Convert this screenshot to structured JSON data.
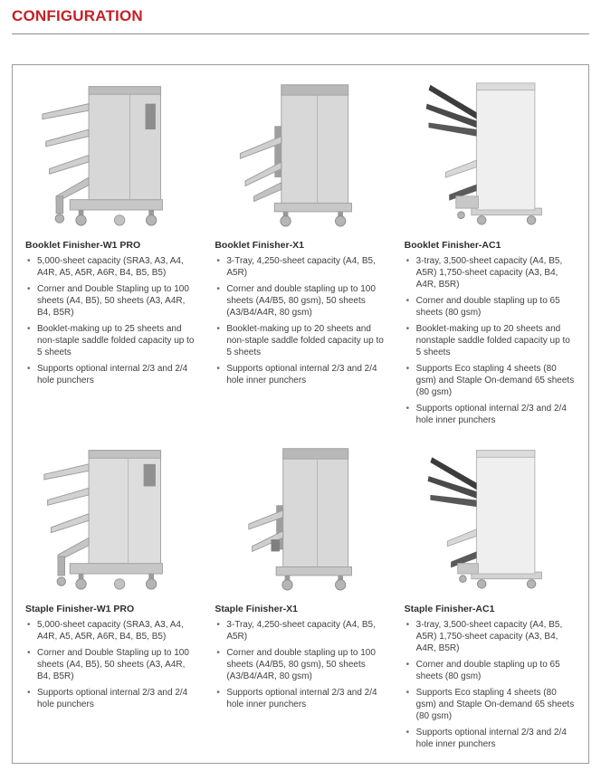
{
  "page": {
    "title": "CONFIGURATION"
  },
  "colors": {
    "accent_red": "#c42127"
  },
  "products": [
    {
      "name": "Booklet Finisher-W1 PRO",
      "bullets": [
        "5,000-sheet capacity (SRA3, A3, A4, A4R, A5, A5R, A6R, B4, B5, B5)",
        "Corner and Double Stapling up to 100 sheets (A4, B5), 50 sheets (A3, A4R, B4, B5R)",
        "Booklet-making up to 25 sheets and non-staple saddle folded capacity up to 5 sheets",
        "Supports optional internal 2/3 and 2/4 hole punchers"
      ]
    },
    {
      "name": "Booklet Finisher-X1",
      "bullets": [
        "3-Tray, 4,250-sheet capacity (A4, B5, A5R)",
        "Corner and double stapling up to 100 sheets (A4/B5, 80 gsm), 50 sheets (A3/B4/A4R, 80 gsm)",
        "Booklet-making up to 20 sheets and non-staple saddle folded capacity up to 5 sheets",
        "Supports optional internal 2/3 and 2/4 hole inner punchers"
      ]
    },
    {
      "name": "Booklet Finisher-AC1",
      "bullets": [
        "3-tray, 3,500-sheet capacity (A4, B5, A5R) 1,750-sheet capacity (A3, B4, A4R, B5R)",
        "Corner and double stapling up to 65 sheets (80 gsm)",
        "Booklet-making up to 20 sheets and nonstaple saddle folded capacity up to 5 sheets",
        "Supports Eco stapling 4 sheets (80 gsm) and Staple On-demand 65 sheets (80 gsm)",
        "Supports optional internal 2/3 and 2/4 hole inner punchers"
      ]
    },
    {
      "name": "Staple Finisher-W1 PRO",
      "bullets": [
        "5,000-sheet capacity (SRA3, A3, A4, A4R, A5, A5R, A6R, B4, B5, B5)",
        "Corner and Double Stapling up to 100 sheets (A4, B5), 50 sheets (A3, A4R, B4, B5R)",
        "Supports optional internal 2/3 and 2/4 hole punchers"
      ]
    },
    {
      "name": "Staple Finisher-X1",
      "bullets": [
        "3-Tray, 4,250-sheet capacity (A4, B5, A5R)",
        "Corner and double stapling up to 100 sheets (A4/B5, 80 gsm), 50 sheets (A3/B4/A4R, 80 gsm)",
        "Supports optional internal 2/3 and 2/4 hole inner punchers"
      ]
    },
    {
      "name": "Staple Finisher-AC1",
      "bullets": [
        "3-tray, 3,500-sheet capacity (A4, B5, A5R) 1,750-sheet capacity (A3, B4, A4R, B5R)",
        "Corner and double stapling up to 65 sheets (80 gsm)",
        "Supports Eco stapling 4 sheets (80 gsm) and Staple On-demand 65 sheets (80 gsm)",
        "Supports optional internal 2/3 and 2/4 hole inner punchers"
      ]
    }
  ]
}
